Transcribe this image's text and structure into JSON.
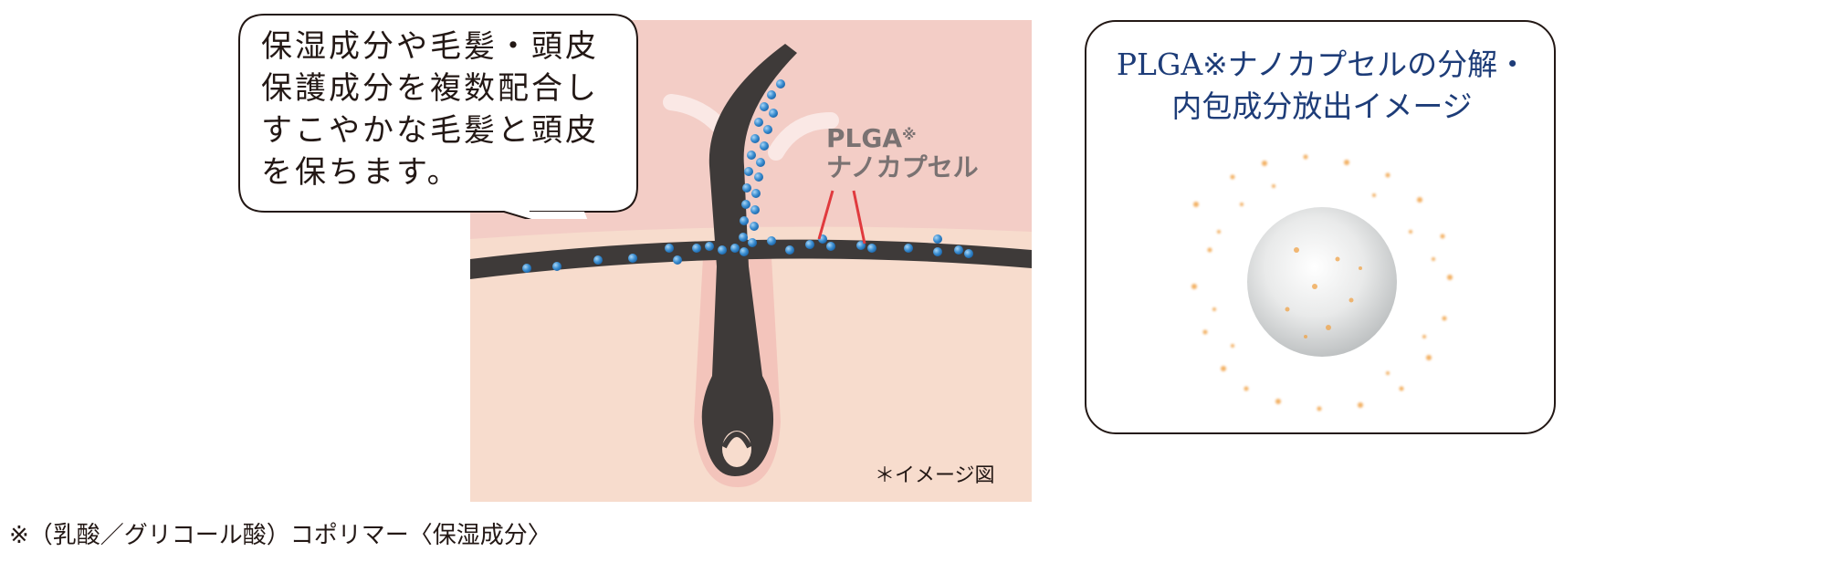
{
  "diagram": {
    "bubble_text": "保湿成分や毛髪・頭皮\n保護成分を複数配合し\nすこやかな毛髪と頭皮\nを保ちます。",
    "capsule_label_line1": "PLGA",
    "capsule_label_mark": "※",
    "capsule_label_line2": "ナノカプセル",
    "image_note": "＊イメージ図"
  },
  "release_panel": {
    "title_line1": "PLGA※ナノカプセルの分解・",
    "title_line2": "内包成分放出イメージ"
  },
  "footnote": "※（乳酸／グリコール酸）コポリマー〈保湿成分〉",
  "colors": {
    "skin_upper": "#f3cdc6",
    "skin_lower": "#f7dccd",
    "hair": "#3e3a39",
    "capsule_blue": "#3d8fd1",
    "title_navy": "#1d3c78",
    "orange_dots": "#f0a348"
  }
}
